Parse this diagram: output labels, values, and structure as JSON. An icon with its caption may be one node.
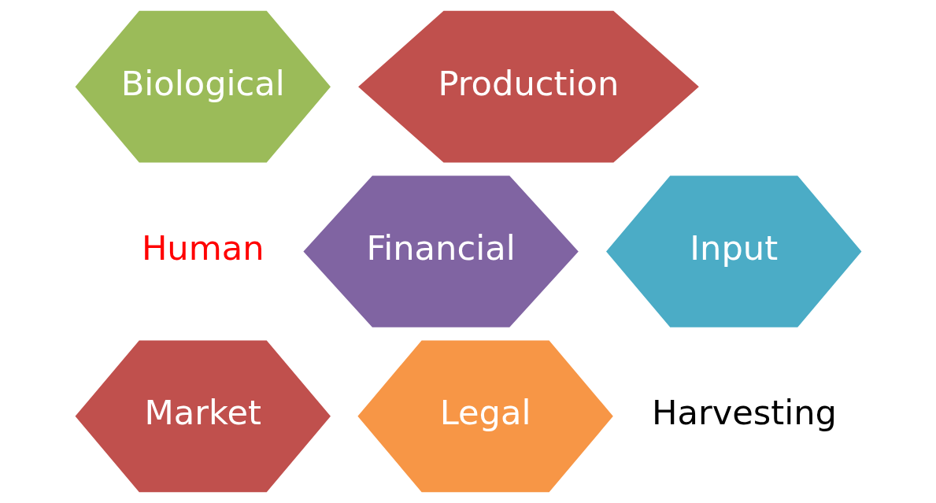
{
  "diagram": {
    "nodes": [
      {
        "text": [
          "Biological"
        ]
      },
      {
        "text": [
          "Production"
        ]
      },
      {
        "text": [
          "Financial"
        ]
      },
      {
        "text": [
          "Input"
        ]
      },
      {
        "text": [
          "Market"
        ]
      },
      {
        "text": [
          "Legal"
        ]
      }
    ],
    "labels": [
      "Human",
      "Harvesting"
    ]
  }
}
